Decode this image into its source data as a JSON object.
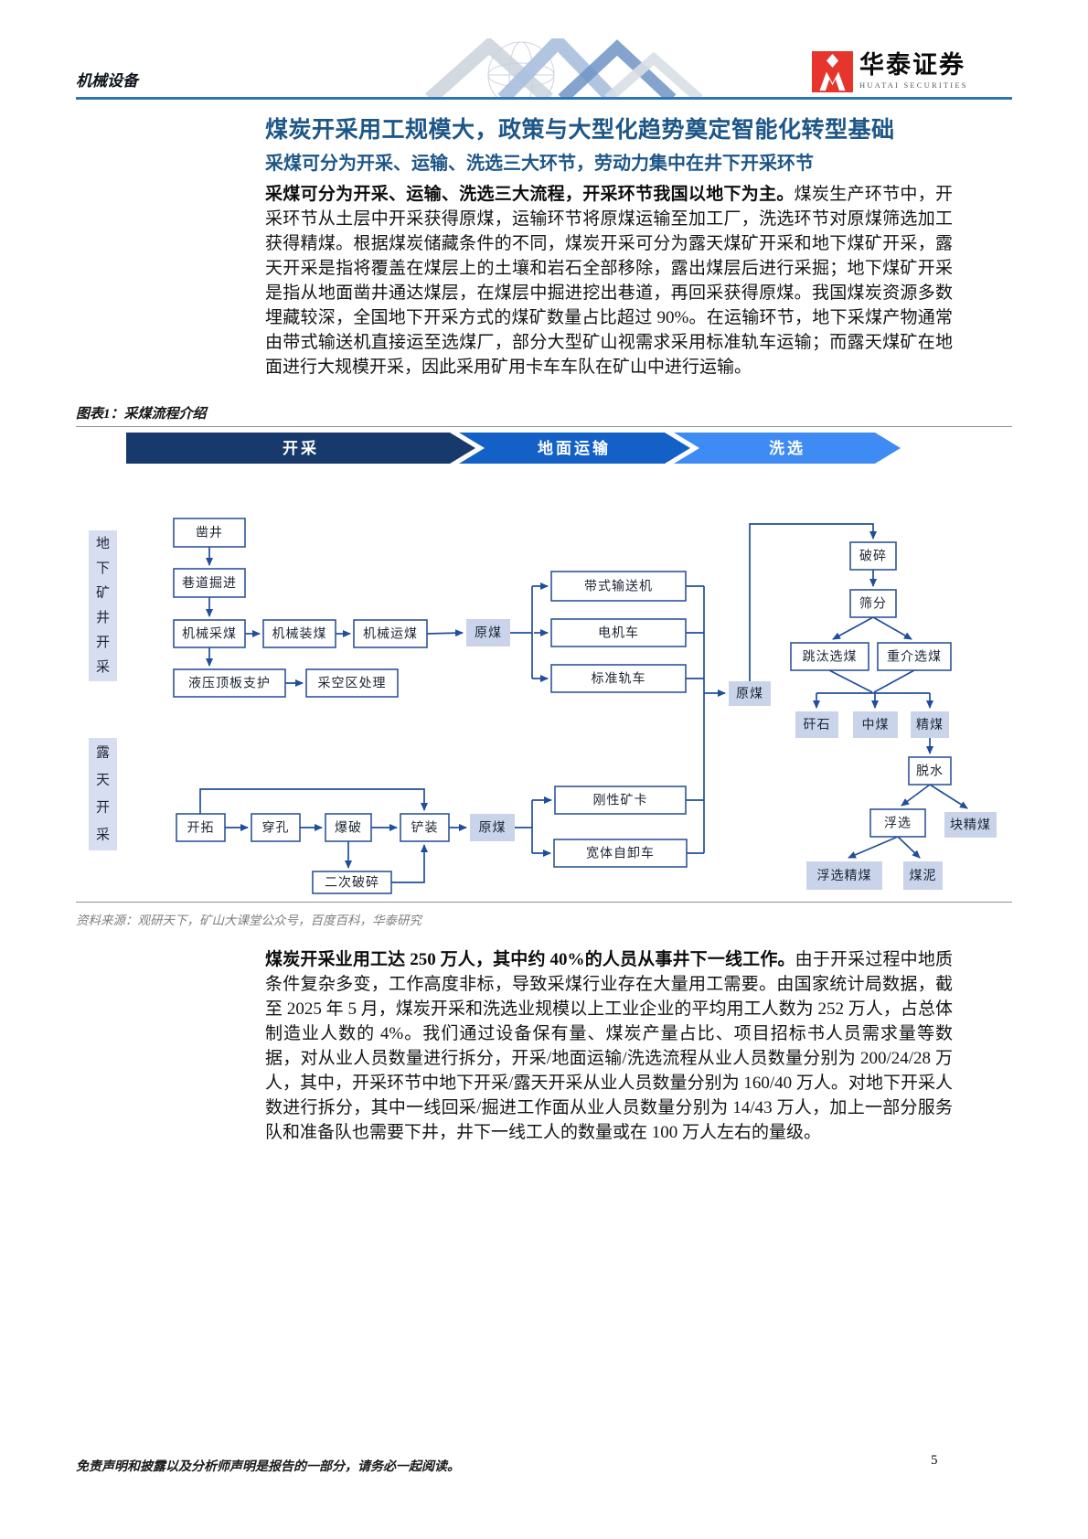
{
  "header": {
    "sector": "机械设备",
    "brand_cn": "华泰证券",
    "brand_en": "HUATAI SECURITIES"
  },
  "section": {
    "title": "煤炭开采用工规模大，政策与大型化趋势奠定智能化转型基础",
    "subtitle": "采煤可分为开采、运输、洗选三大环节，劳动力集中在井下开采环节"
  },
  "paragraphs": {
    "p1_bold": "采煤可分为开采、运输、洗选三大流程，开采环节我国以地下为主。",
    "p1_text": "煤炭生产环节中，开采环节从土层中开采获得原煤，运输环节将原煤运输至加工厂，洗选环节对原煤筛选加工获得精煤。根据煤炭储藏条件的不同，煤炭开采可分为露天煤矿开采和地下煤矿开采，露天开采是指将覆盖在煤层上的土壤和岩石全部移除，露出煤层后进行采掘；地下煤矿开采是指从地面凿井通达煤层，在煤层中掘进挖出巷道，再回采获得原煤。我国煤炭资源多数埋藏较深，全国地下开采方式的煤矿数量占比超过 90%。在运输环节，地下采煤产物通常由带式输送机直接运至选煤厂，部分大型矿山视需求采用标准轨车运输；而露天煤矿在地面进行大规模开采，因此采用矿用卡车车队在矿山中进行运输。",
    "p2_bold": "煤炭开采业用工达 250 万人，其中约 40%的人员从事井下一线工作。",
    "p2_text": "由于开采过程中地质条件复杂多变，工作高度非标，导致采煤行业存在大量用工需要。由国家统计局数据，截至 2025 年 5 月，煤炭开采和洗选业规模以上工业企业的平均用工人数为 252 万人，占总体制造业人数的 4%。我们通过设备保有量、煤炭产量占比、项目招标书人员需求量等数据，对从业人员数量进行拆分，开采/地面运输/洗选流程从业人员数量分别为 200/24/28 万人，其中，开采环节中地下开采/露天开采从业人员数量分别为 160/40 万人。对地下开采人数进行拆分，其中一线回采/掘进工作面从业人员数量分别为 14/43 万人，加上一部分服务队和准备队也需要下井，井下一线工人的数量或在 100 万人左右的量级。"
  },
  "figure": {
    "caption": "图表1：采煤流程介绍",
    "source": "资料来源：观研天下，矿山大课堂公众号，百度百科，华泰研究",
    "banners": [
      {
        "label": "开采",
        "color": "#17396B"
      },
      {
        "label": "地面运输",
        "color": "#1361C7"
      },
      {
        "label": "洗选",
        "color": "#3E8BF3"
      }
    ],
    "lanes": [
      {
        "label": "地下矿井开采"
      },
      {
        "label": "露天开采"
      }
    ],
    "nodes": [
      {
        "id": "zaojing",
        "label": "凿井",
        "kind": "process"
      },
      {
        "id": "xdjj",
        "label": "巷道掘进",
        "kind": "process"
      },
      {
        "id": "jxcm",
        "label": "机械采煤",
        "kind": "process"
      },
      {
        "id": "jxzm",
        "label": "机械装煤",
        "kind": "process"
      },
      {
        "id": "jxym",
        "label": "机械运煤",
        "kind": "process"
      },
      {
        "id": "yuanmei1",
        "label": "原煤",
        "kind": "product"
      },
      {
        "id": "yyzh",
        "label": "液压顶板支护",
        "kind": "process"
      },
      {
        "id": "ckqcl",
        "label": "采空区处理",
        "kind": "process"
      },
      {
        "id": "dssj",
        "label": "带式输送机",
        "kind": "process"
      },
      {
        "id": "djc",
        "label": "电机车",
        "kind": "process"
      },
      {
        "id": "bzgc",
        "label": "标准轨车",
        "kind": "process"
      },
      {
        "id": "yuanmei3",
        "label": "原煤",
        "kind": "product"
      },
      {
        "id": "kaituo",
        "label": "开拓",
        "kind": "process"
      },
      {
        "id": "chuankong",
        "label": "穿孔",
        "kind": "process"
      },
      {
        "id": "baopo",
        "label": "爆破",
        "kind": "process"
      },
      {
        "id": "chanzhuang",
        "label": "铲装",
        "kind": "process"
      },
      {
        "id": "yuanmei2",
        "label": "原煤",
        "kind": "product"
      },
      {
        "id": "ecps",
        "label": "二次破碎",
        "kind": "process"
      },
      {
        "id": "gxkk",
        "label": "刚性矿卡",
        "kind": "process"
      },
      {
        "id": "ktzxc",
        "label": "宽体自卸车",
        "kind": "process"
      },
      {
        "id": "posui",
        "label": "破碎",
        "kind": "process"
      },
      {
        "id": "shaifen",
        "label": "筛分",
        "kind": "process"
      },
      {
        "id": "tiaotai",
        "label": "跳汰选煤",
        "kind": "process"
      },
      {
        "id": "zhongjie",
        "label": "重介选煤",
        "kind": "process"
      },
      {
        "id": "ganshi",
        "label": "矸石",
        "kind": "product"
      },
      {
        "id": "zhongmei",
        "label": "中煤",
        "kind": "product"
      },
      {
        "id": "jingmei",
        "label": "精煤",
        "kind": "product"
      },
      {
        "id": "tuoshui",
        "label": "脱水",
        "kind": "process"
      },
      {
        "id": "fuxuan",
        "label": "浮选",
        "kind": "process"
      },
      {
        "id": "kuaijingmei",
        "label": "块精煤",
        "kind": "product"
      },
      {
        "id": "fxjm",
        "label": "浮选精煤",
        "kind": "product"
      },
      {
        "id": "meini",
        "label": "煤泥",
        "kind": "product"
      }
    ],
    "edges": [
      [
        "凿井",
        "巷道掘进"
      ],
      [
        "巷道掘进",
        "机械采煤"
      ],
      [
        "机械采煤",
        "机械装煤"
      ],
      [
        "机械装煤",
        "机械运煤"
      ],
      [
        "机械运煤",
        "原煤(井下)"
      ],
      [
        "机械采煤",
        "液压顶板支护"
      ],
      [
        "液压顶板支护",
        "采空区处理"
      ],
      [
        "原煤(井下)",
        "带式输送机"
      ],
      [
        "原煤(井下)",
        "电机车"
      ],
      [
        "原煤(井下)",
        "标准轨车"
      ],
      [
        "带式输送机",
        "原煤(运输后)"
      ],
      [
        "电机车",
        "原煤(运输后)"
      ],
      [
        "标准轨车",
        "原煤(运输后)"
      ],
      [
        "开拓",
        "穿孔"
      ],
      [
        "穿孔",
        "爆破"
      ],
      [
        "爆破",
        "铲装"
      ],
      [
        "开拓",
        "铲装"
      ],
      [
        "爆破",
        "二次破碎"
      ],
      [
        "二次破碎",
        "铲装"
      ],
      [
        "铲装",
        "原煤(露天)"
      ],
      [
        "原煤(露天)",
        "刚性矿卡"
      ],
      [
        "原煤(露天)",
        "宽体自卸车"
      ],
      [
        "刚性矿卡",
        "原煤(运输后)"
      ],
      [
        "宽体自卸车",
        "原煤(运输后)"
      ],
      [
        "原煤(运输后)",
        "破碎"
      ],
      [
        "破碎",
        "筛分"
      ],
      [
        "筛分",
        "跳汰选煤"
      ],
      [
        "筛分",
        "重介选煤"
      ],
      [
        "跳汰选煤",
        "矸石"
      ],
      [
        "跳汰选煤",
        "中煤"
      ],
      [
        "跳汰选煤",
        "精煤"
      ],
      [
        "重介选煤",
        "矸石"
      ],
      [
        "重介选煤",
        "中煤"
      ],
      [
        "重介选煤",
        "精煤"
      ],
      [
        "精煤",
        "脱水"
      ],
      [
        "脱水",
        "浮选"
      ],
      [
        "脱水",
        "块精煤"
      ],
      [
        "浮选",
        "浮选精煤"
      ],
      [
        "浮选",
        "煤泥"
      ]
    ],
    "colors": {
      "box_border": "#2F5597",
      "product_fill": "#C9D4EB",
      "lane_fill": "#D7DEF2",
      "arrow": "#1F4E9C"
    }
  },
  "footer": {
    "disclaimer": "免责声明和披露以及分析师声明是报告的一部分，请务必一起阅读。",
    "page_number": "5"
  },
  "colors": {
    "accent_rule": "#2E75B6",
    "title_blue": "#1D5687",
    "logo_red": "#E5352C",
    "source_gray": "#7F7F7F"
  }
}
